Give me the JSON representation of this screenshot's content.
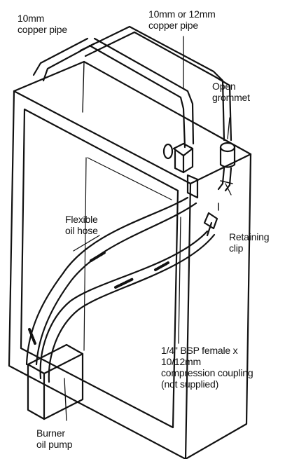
{
  "labels": {
    "copper10": [
      "10mm",
      "copper pipe"
    ],
    "copper1012": [
      "10mm or 12mm",
      "copper pipe"
    ],
    "grommet": [
      "Open",
      "grommet"
    ],
    "hose": [
      "Flexible",
      "oil hose"
    ],
    "clip": [
      "Retaining",
      "clip"
    ],
    "coupling": [
      "1/4\" BSP female  x",
      "10/12mm",
      "compression coupling",
      "(not supplied)"
    ],
    "pump": [
      "Burner",
      "oil pump"
    ]
  }
}
